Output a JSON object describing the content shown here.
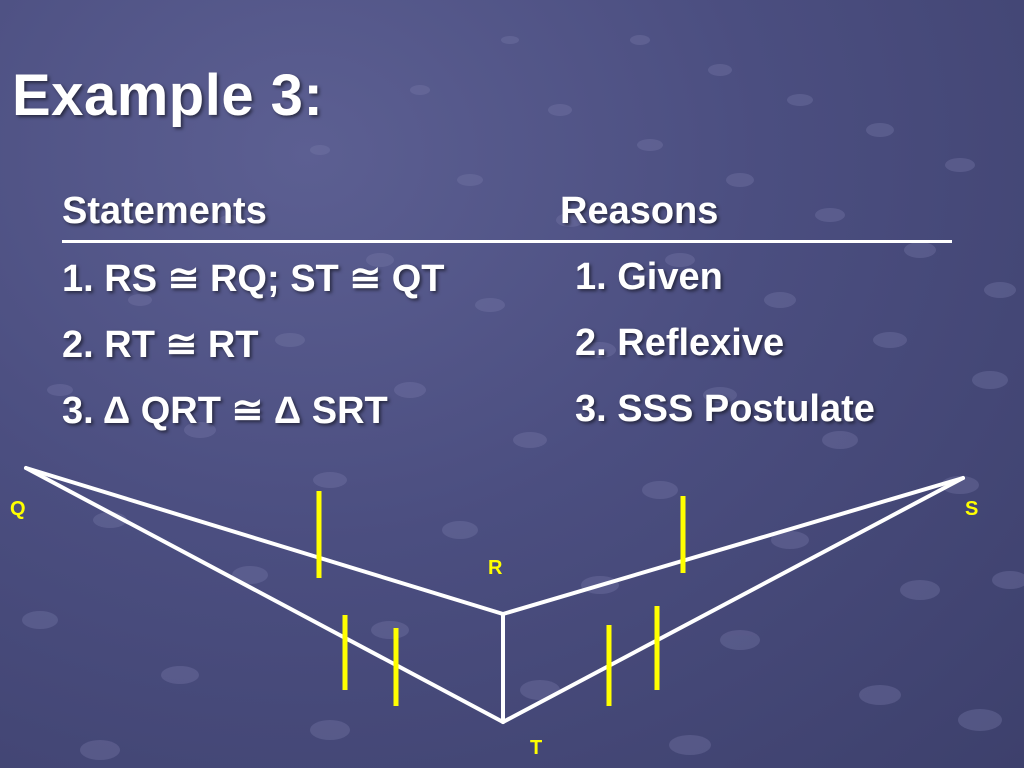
{
  "slide": {
    "title": "Example 3:"
  },
  "table": {
    "headers": {
      "statements": "Statements",
      "reasons": "Reasons"
    },
    "rows": [
      {
        "statement": "1. RS ≅ RQ; ST ≅ QT",
        "reason": "1. Given"
      },
      {
        "statement": "2. RT ≅ RT",
        "reason": "2. Reflexive"
      },
      {
        "statement": "3. Δ QRT ≅ Δ SRT",
        "reason": "3. SSS Postulate"
      }
    ]
  },
  "diagram": {
    "vertices": {
      "q": "Q",
      "s": "S",
      "r": "R",
      "t": "T"
    },
    "colors": {
      "segments": "#ffffff",
      "tick_marks": "#ffff00",
      "labels": "#ffff00"
    }
  }
}
